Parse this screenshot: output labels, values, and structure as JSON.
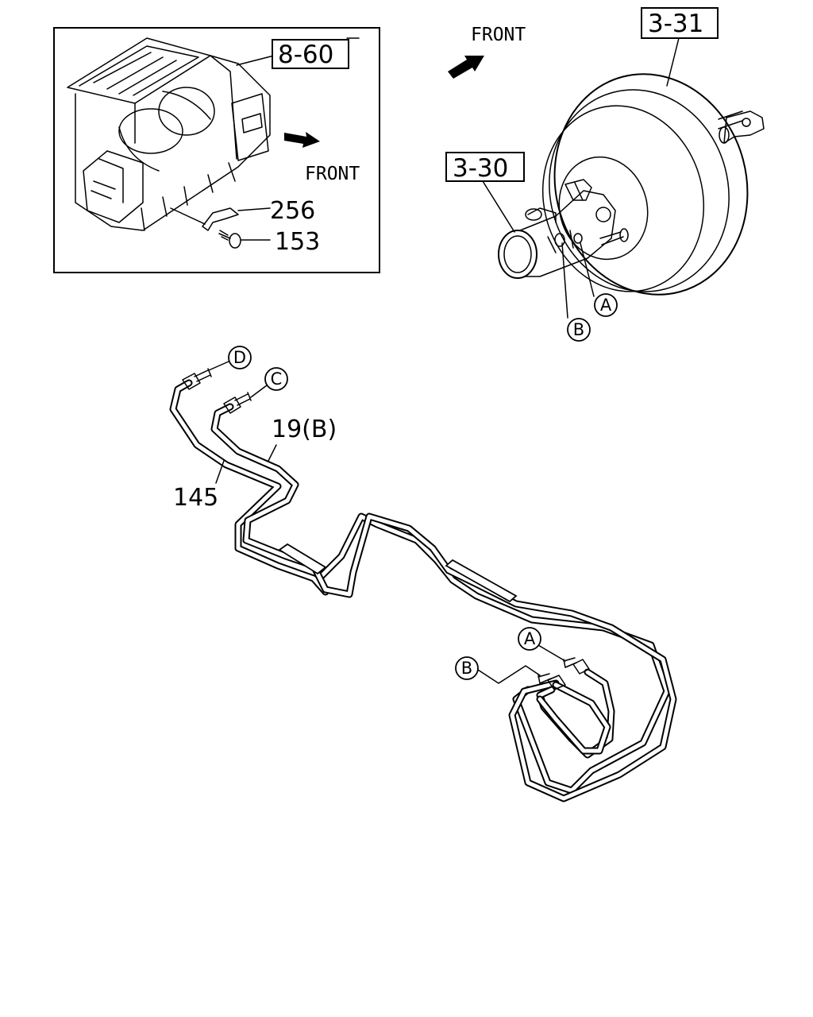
{
  "diagram": {
    "refs": {
      "heater_unit": "8-60",
      "booster": "3-31",
      "master_cylinder": "3-30"
    },
    "part_numbers": {
      "clip": "256",
      "bolt": "153",
      "pipe_b": "19(B)",
      "pipe_main": "145"
    },
    "direction": {
      "inset_front": "FRONT",
      "top_front": "FRONT"
    },
    "connection_markers": {
      "a_top": "A",
      "b_top": "B",
      "d": "D",
      "c": "C",
      "a_bottom": "A",
      "b_bottom": "B"
    }
  }
}
